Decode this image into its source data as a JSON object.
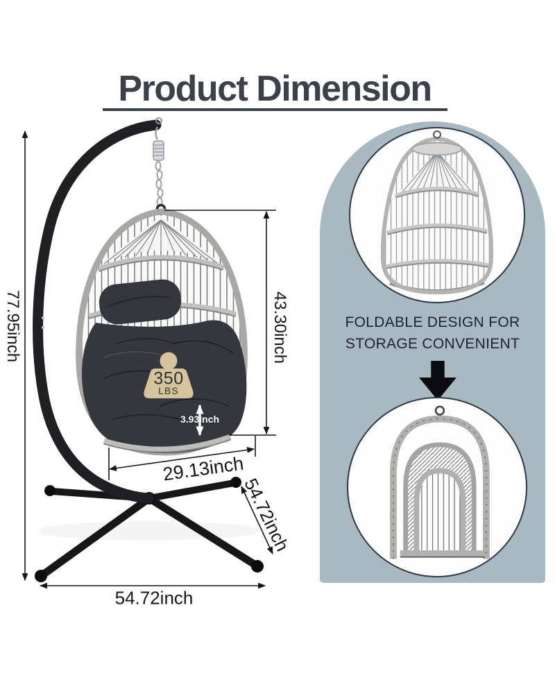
{
  "title": "Product Dimension",
  "scene": {
    "dimensions": {
      "overall_height": "77.95inch",
      "chair_height": "43.30inch",
      "cushion_thickness": "3.93inch",
      "seat_width": "29.13inch",
      "base_leg_depth": "54.72inch",
      "base_width": "54.72inch"
    },
    "weight_badge": {
      "capacity": "350",
      "unit": "LBS"
    }
  },
  "foldable_panel": {
    "caption_line1": "FOLDABLE DESIGN FOR",
    "caption_line2": "STORAGE CONVENIENT"
  },
  "icons": {
    "weight_badge_icon": "weight-capacity-icon",
    "down_arrow_icon": "down-arrow-icon"
  },
  "colors": {
    "title_text": "#3b4049",
    "panel_background": "#a9b9c2",
    "badge_fill": "#d6c59c",
    "dimension_line": "#161616",
    "cushion_fill": "#34373c",
    "wicker_gray": "#b5b3af",
    "frame_black": "#1d1d21"
  }
}
